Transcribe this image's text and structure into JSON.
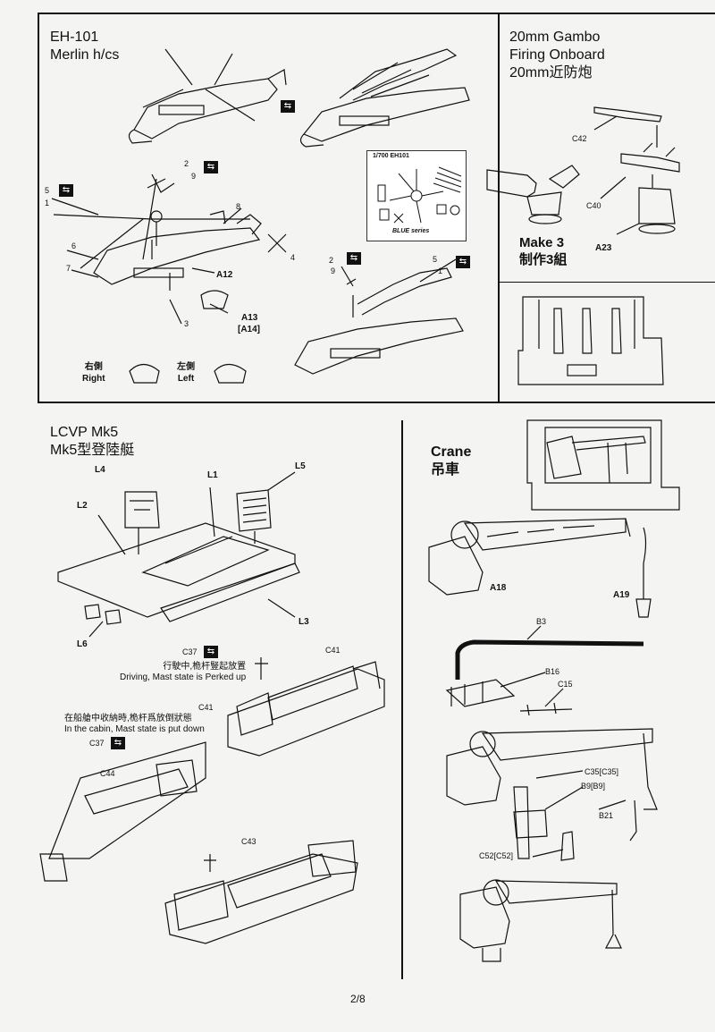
{
  "page": {
    "number": "2/8"
  },
  "eh101": {
    "title_line1": "EH-101",
    "title_line2": "Merlin h/cs",
    "callouts": {
      "c2": "2",
      "c9": "9",
      "c5": "5",
      "c1": "1",
      "c8": "8",
      "c6": "6",
      "c7": "7",
      "c4": "4",
      "c3": "3",
      "a12": "A12",
      "a13": "A13",
      "a14": "[A14]",
      "c2b": "2",
      "c9b": "9",
      "c5b": "5",
      "c1b": "1"
    },
    "sheet": {
      "scale": "1/700 EH101",
      "series": "BLUE series"
    },
    "right_zh": "右側",
    "right_en": "Right",
    "left_zh": "左側",
    "left_en": "Left"
  },
  "gambo": {
    "title_line1": "20mm Gambo",
    "title_line2": "Firing Onboard",
    "title_line3": "20mm近防炮",
    "callouts": {
      "c42": "C42",
      "c40": "C40",
      "a23": "A23"
    },
    "make_en": "Make 3",
    "make_zh": "制作3組"
  },
  "lcvp": {
    "title_line1": "LCVP Mk5",
    "title_line2": "Mk5型登陸艇",
    "callouts": {
      "l4": "L4",
      "l1": "L1",
      "l5": "L5",
      "l2": "L2",
      "l3": "L3",
      "l6": "L6",
      "c37": "C37",
      "c41": "C41",
      "c41b": "C41",
      "c37b": "C37",
      "c44": "C44",
      "c43": "C43"
    },
    "note1_zh": "行駛中,桅杆豎起放置",
    "note1_en": "Driving, Mast state is Perked up",
    "note2_zh": "在船艙中收納時,桅杆爲放倒狀態",
    "note2_en": "In the cabin, Mast state is put down"
  },
  "crane": {
    "title_en": "Crane",
    "title_zh": "吊車",
    "callouts": {
      "a18": "A18",
      "a19": "A19",
      "b3": "B3",
      "b16": "B16",
      "c15": "C15",
      "c35": "C35[C35]",
      "b9": "B9[B9]",
      "b21": "B21",
      "c52": "C52[C52]"
    }
  }
}
